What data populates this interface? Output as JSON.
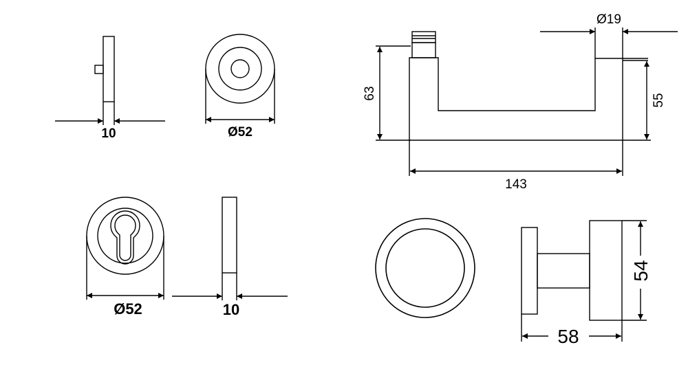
{
  "dimensions": {
    "rosette_side_thickness": "10",
    "rosette_diameter": "Ø52",
    "escutcheon_diameter": "Ø52",
    "escutcheon_side_thickness": "10",
    "lever_height": "63",
    "lever_grip_diameter": "Ø19",
    "lever_grip_height": "55",
    "lever_length": "143",
    "knob_diameter": "54",
    "knob_projection": "58"
  },
  "colors": {
    "line": "#000000",
    "background": "#ffffff"
  }
}
